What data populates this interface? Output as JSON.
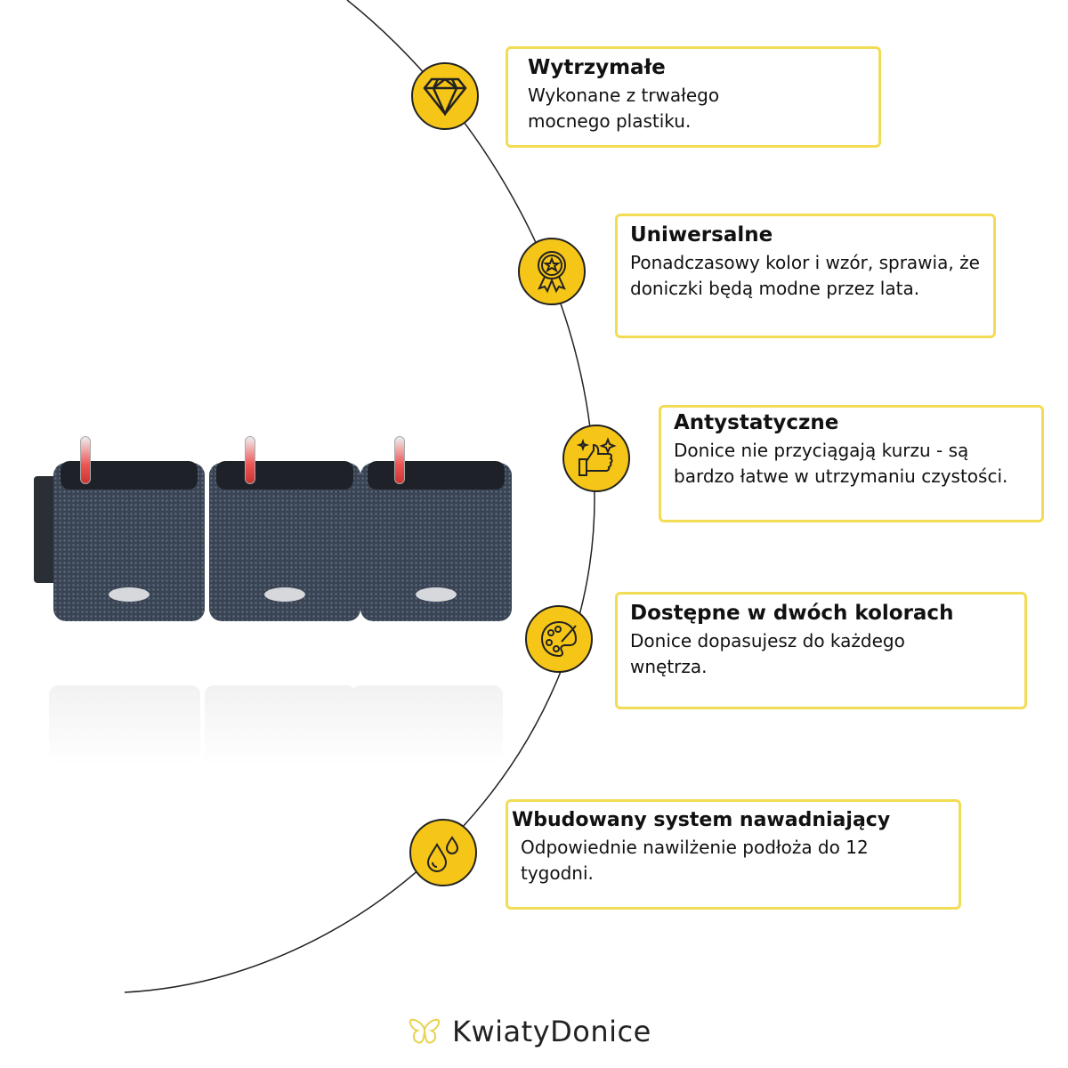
{
  "features": [
    {
      "icon": "diamond-icon",
      "title": "Wytrzymałe",
      "text": "Wykonane z trwałego mocnego plastiku."
    },
    {
      "icon": "award-ribbon-icon",
      "title": "Uniwersalne",
      "text": "Ponadczasowy kolor i wzór, sprawia, że doniczki będą modne przez lata."
    },
    {
      "icon": "thumbs-up-sparkle-icon",
      "title": "Antystatyczne",
      "text": "Donice nie przyciągają kurzu - są bardzo łatwe w utrzymaniu czystości."
    },
    {
      "icon": "palette-icon",
      "title": "Dostępne w dwóch kolorach",
      "text": "Donice dopasujesz do każdego wnętrza."
    },
    {
      "icon": "water-drops-icon",
      "title": "Wbudowany system nawadniający",
      "text": "Odpowiednie nawilżenie podłoża do 12 tygodni."
    }
  ],
  "brand": {
    "name": "KwiatyDonice"
  },
  "colors": {
    "accent": "#f5c518",
    "border": "#f3dc55",
    "planter": "#3a4352"
  }
}
